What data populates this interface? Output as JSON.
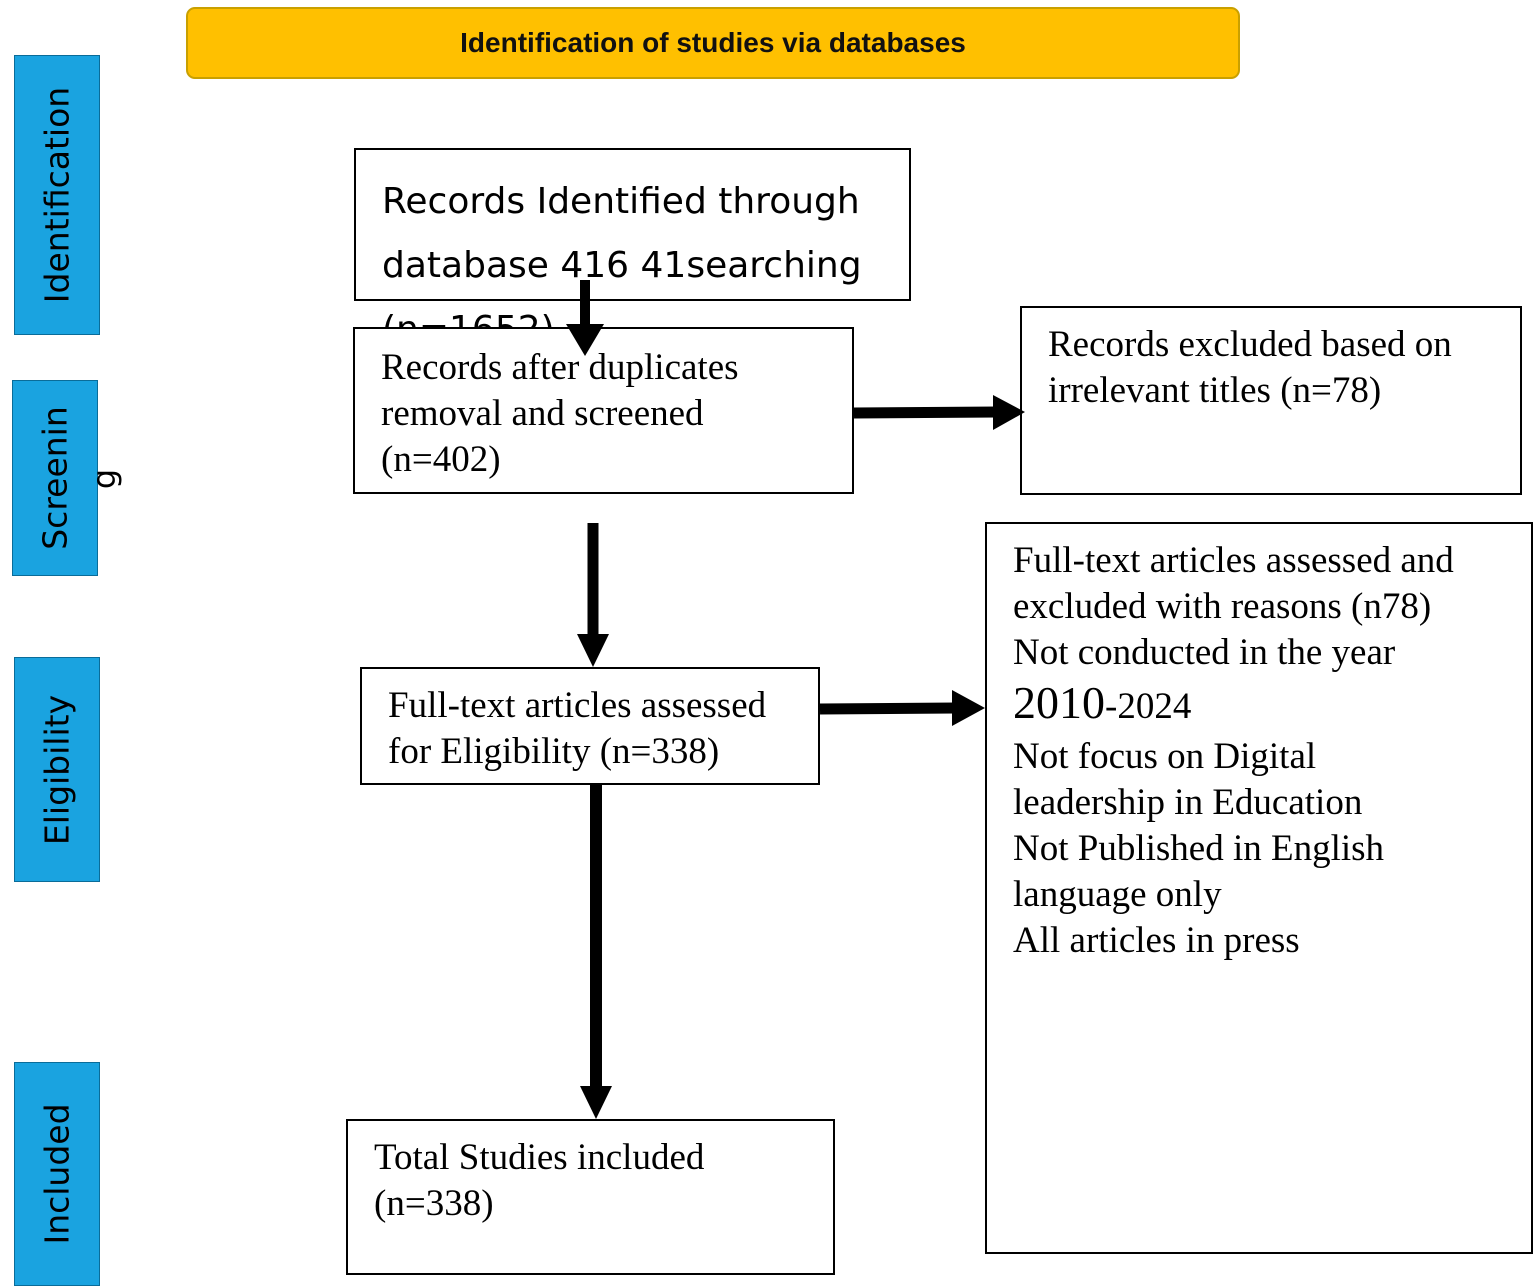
{
  "header": {
    "title": "Identification of studies via databases"
  },
  "stages": {
    "identification": "Identification",
    "screening": "Screenin",
    "screening_tail": "g",
    "eligibility": "Eligibility",
    "included": "Included"
  },
  "boxes": {
    "records_identified": {
      "line1": "Records Identified through",
      "line2": "database 416 41searching",
      "line3": "(n=1652)"
    },
    "after_duplicates": {
      "line1": "Records after duplicates",
      "line2": "removal and screened",
      "line3": "(n=402)"
    },
    "excluded_titles": {
      "line1": "Records excluded based on",
      "line2": "irrelevant titles (n=78)"
    },
    "full_text_assessed": {
      "line1": "Full-text articles assessed",
      "line2": "for Eligibility (n=338)"
    },
    "excluded_reasons": {
      "line1": "Full-text articles assessed and",
      "line2": "excluded with reasons (n78)",
      "line3": "Not conducted in the year",
      "year_start": "2010",
      "year_end": "-2024",
      "line5": "Not focus on Digital",
      "line6": "leadership in Education",
      "line7": "Not Published in English",
      "line8": "language only",
      "line9": "All articles in press"
    },
    "total_included": {
      "line1": "Total Studies included",
      "line2": "(n=338)"
    }
  },
  "colors": {
    "banner": "#FFC000",
    "stage": "#1AA3E0"
  }
}
